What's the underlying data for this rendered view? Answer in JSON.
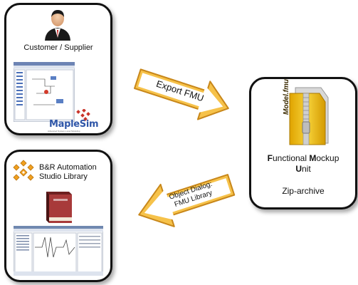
{
  "customer": {
    "label": "Customer / Supplier",
    "icons": [
      "user-icon"
    ],
    "maplesim": {
      "brand": "MapleSim",
      "tagline": "Advanced System-Level Modeling"
    }
  },
  "export_arrow": {
    "label": "Export FMU"
  },
  "fmu": {
    "file_label": "Model.fmu",
    "title_line1_a": "F",
    "title_line1_b": "unctional ",
    "title_line1_c": "M",
    "title_line1_d": "ockup",
    "title_line2_a": "U",
    "title_line2_b": "nit",
    "archive": "Zip-archive"
  },
  "import_arrow": {
    "line1": "Object Dialog:",
    "line2": "FMU Library"
  },
  "br": {
    "label_line1": "B&R Automation",
    "label_line2": "Studio Library"
  },
  "colors": {
    "arrow_fill": "#f6c24a",
    "arrow_stroke": "#c8871a",
    "zip_yellow": "#f2c200"
  }
}
